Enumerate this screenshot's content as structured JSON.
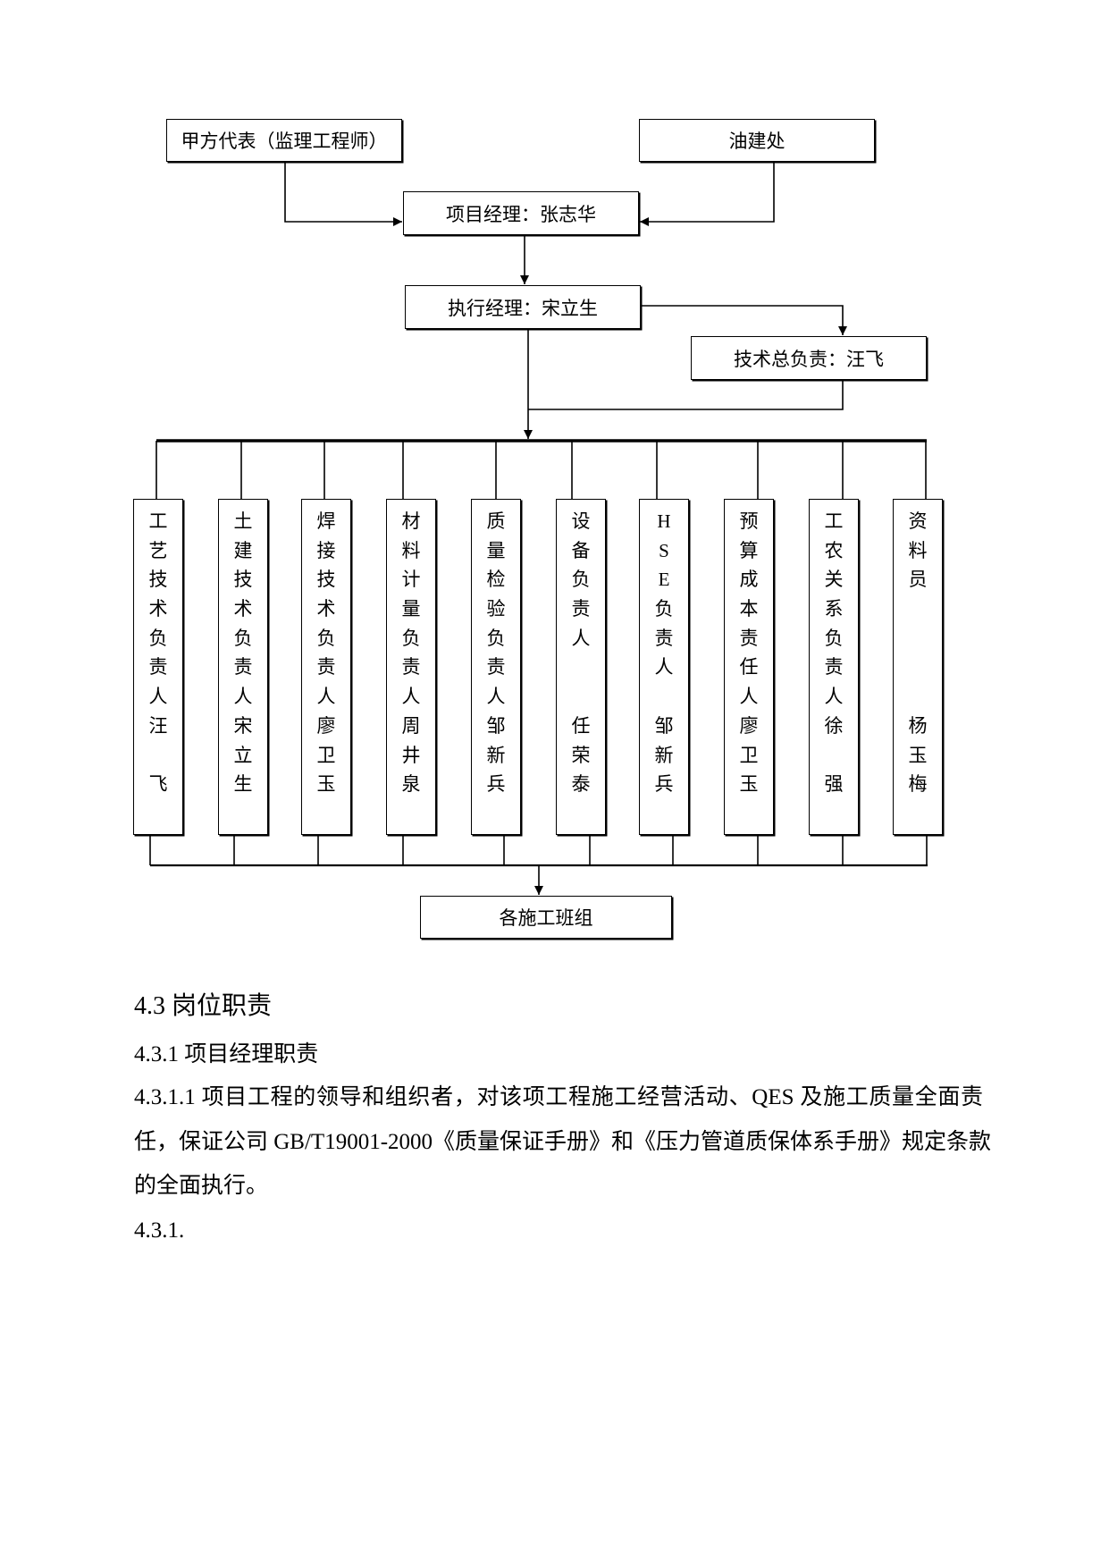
{
  "org_chart": {
    "client_representative": "甲方代表（监理工程师）",
    "oil_construction_office": "油建处",
    "project_manager": "项目经理：张志华",
    "executive_manager": "执行经理：宋立生",
    "technical_director": "技术总负责：汪飞",
    "roles": [
      "工艺技术负责人汪　飞",
      "土建技术负责人宋立生",
      "焊接技术负责人廖卫玉",
      "材料计量负责人周井泉",
      "质量检验负责人邹新兵",
      "设备负责人　　任荣泰",
      "HSE负责人　邹新兵",
      "预算成本责任人廖卫玉",
      "工农关系负责人徐　强",
      "资料员　　　　杨玉梅"
    ],
    "construction_crews": "各施工班组"
  },
  "section": {
    "heading": "4.3 岗位职责",
    "subheading": "4.3.1 项目经理职责",
    "paragraph_lines": [
      "4.3.1.1 项目工程的领导和组织者，对该项工程施工经营活动、QES 及施工质量全面责",
      "任，保证公司 GB/T19001-2000《质量保证手册》和《压力管道质保体系手册》规定条款",
      "的全面执行。"
    ],
    "next_item": "4.3.1."
  }
}
